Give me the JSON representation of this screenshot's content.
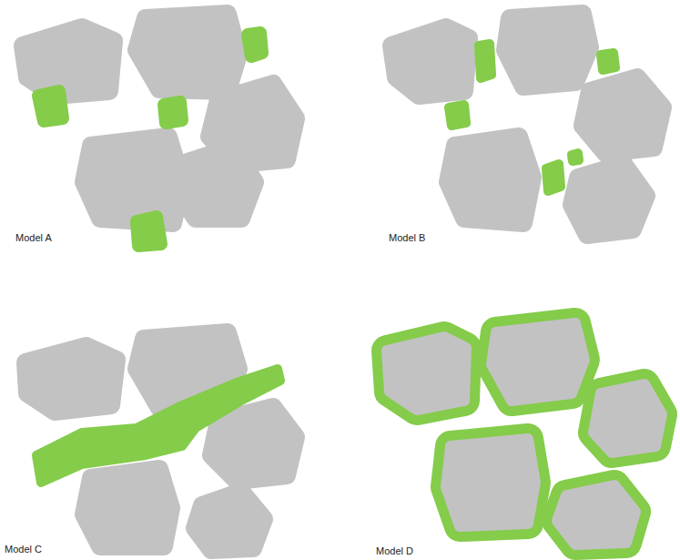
{
  "diagram": {
    "labels": [
      "Model A",
      "Model B",
      "Model C",
      "Model D"
    ]
  }
}
